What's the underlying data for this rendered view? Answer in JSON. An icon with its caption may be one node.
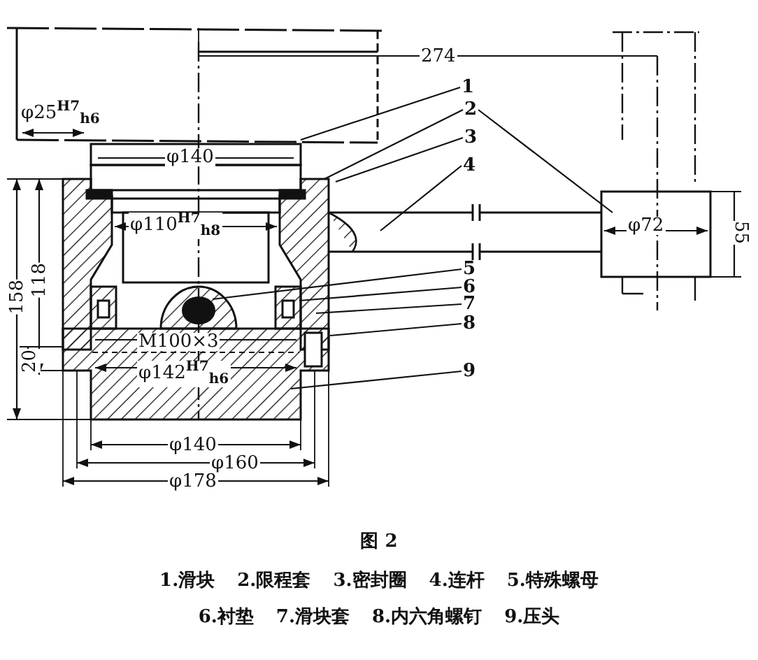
{
  "diagram": {
    "caption": "图 2",
    "nodes": [
      {
        "text": [
          "1"
        ]
      },
      {
        "text": [
          "2"
        ]
      },
      {
        "text": [
          "3"
        ]
      },
      {
        "text": [
          "4"
        ]
      },
      {
        "text": [
          "5"
        ]
      },
      {
        "text": [
          "6"
        ]
      },
      {
        "text": [
          "7"
        ]
      },
      {
        "text": [
          "8"
        ]
      },
      {
        "text": [
          "9"
        ]
      }
    ],
    "edges": [
      {
        "from": 0,
        "to": null,
        "arrow": "none"
      },
      {
        "from": 1,
        "to": null,
        "arrow": "none"
      },
      {
        "from": 1,
        "to": null,
        "arrow": "none"
      },
      {
        "from": 2,
        "to": null,
        "arrow": "none"
      },
      {
        "from": 3,
        "to": null,
        "arrow": "none"
      },
      {
        "from": 4,
        "to": null,
        "arrow": "none"
      },
      {
        "from": 5,
        "to": null,
        "arrow": "none"
      },
      {
        "from": 6,
        "to": null,
        "arrow": "none"
      },
      {
        "from": 7,
        "to": null,
        "arrow": "none"
      },
      {
        "from": 8,
        "to": null,
        "arrow": "none"
      }
    ],
    "labels": [
      "274",
      "φ25$^{H7}$$_{h6}$",
      "φ140",
      "φ110$^{H7}$$_{h8}$",
      "φ72",
      "55",
      "158",
      "118",
      "20",
      "M100×3",
      "φ142$^{H7}$$_{h6}$",
      "φ140",
      "φ160",
      "φ178",
      "1.滑块",
      "2.限程套",
      "3.密封圈",
      "4.连杆",
      "5.特殊螺母",
      "6.衬垫",
      "7.滑块套",
      "8.内六角螺钉",
      "9.压头"
    ]
  }
}
